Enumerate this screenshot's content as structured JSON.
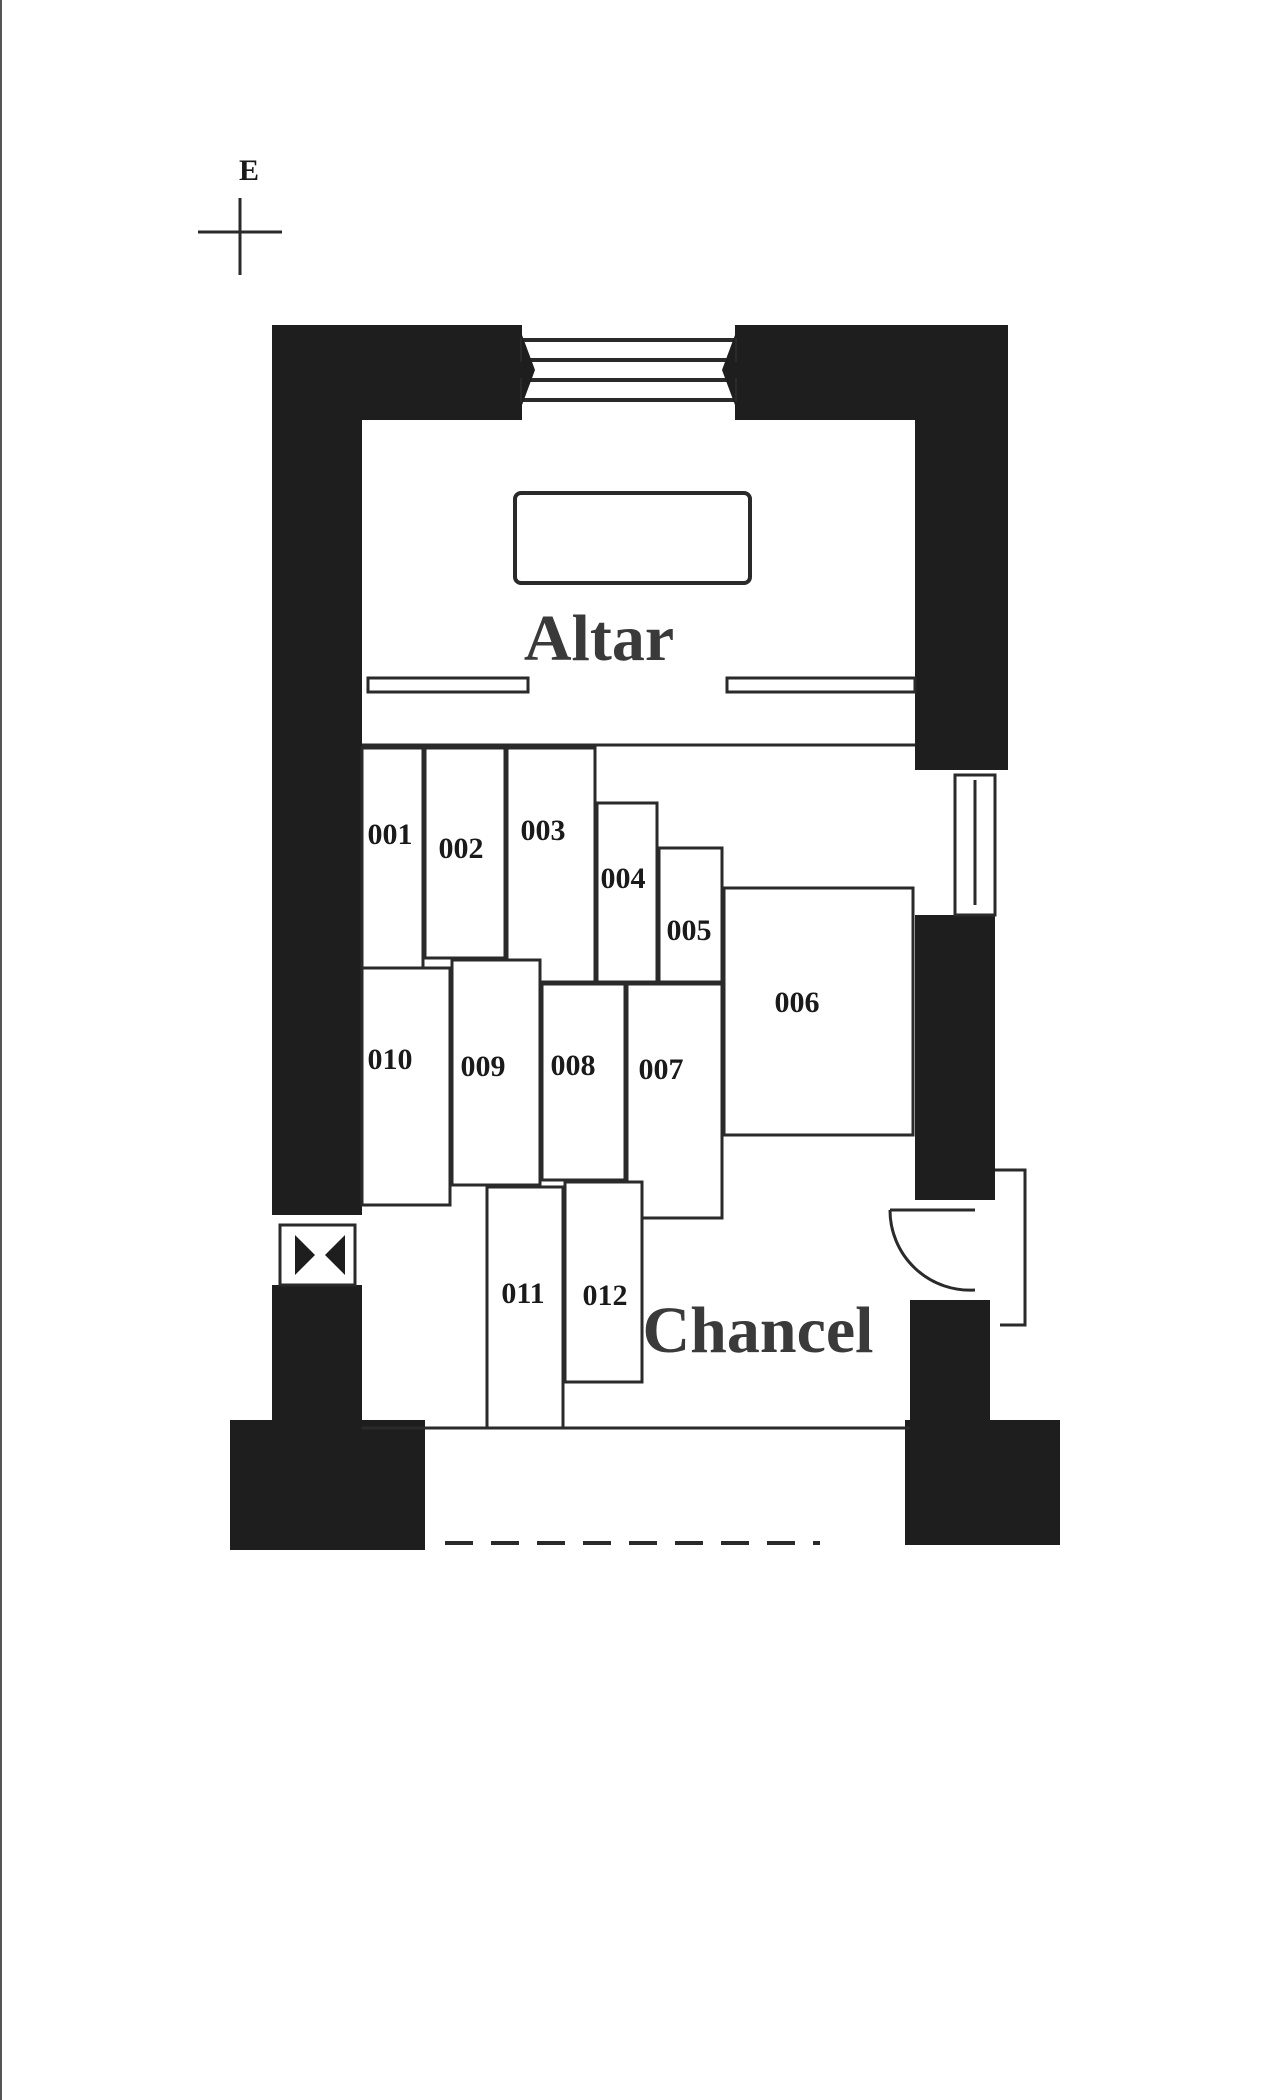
{
  "compass": {
    "direction": "E"
  },
  "rooms": {
    "altar": "Altar",
    "chancel": "Chancel"
  },
  "slabs": [
    "001",
    "002",
    "003",
    "004",
    "005",
    "006",
    "007",
    "008",
    "009",
    "010",
    "011",
    "012"
  ],
  "colors": {
    "wall": "#1e1e1e",
    "line": "#2a2a2a",
    "text": "#1a1a1a",
    "room_text": "#3a3a3a"
  }
}
